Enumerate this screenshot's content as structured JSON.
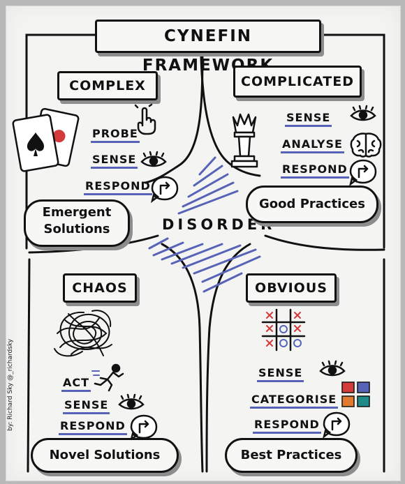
{
  "title": "CYNEFIN FRAMEWORK",
  "center": "DISORDER",
  "credit": "by: Richard Sky @_richardsky",
  "colors": {
    "accent_blue": "#5663b7",
    "ink": "#111111",
    "red": "#d33a3a",
    "purple": "#6a3fa0",
    "teal": "#1f8a8a",
    "orange": "#e07a2e",
    "shadow": "#8d8d8d"
  },
  "quadrants": {
    "complex": {
      "title": "COMPLEX",
      "steps": [
        "PROBE",
        "SENSE",
        "RESPOND"
      ],
      "practice": "Emergent Solutions",
      "icons": [
        "playing-cards-icon",
        "pointing-hand-icon",
        "eye-icon",
        "respond-arrow-icon"
      ]
    },
    "complicated": {
      "title": "COMPLICATED",
      "steps": [
        "SENSE",
        "ANALYSE",
        "RESPOND"
      ],
      "practice": "Good Practices",
      "icons": [
        "chess-queen-icon",
        "eye-icon",
        "brain-icon",
        "respond-arrow-icon"
      ]
    },
    "chaos": {
      "title": "CHAOS",
      "steps": [
        "ACT",
        "SENSE",
        "RESPOND"
      ],
      "practice": "Novel Solutions",
      "icons": [
        "scribble-tangle-icon",
        "running-person-icon",
        "eye-icon",
        "respond-arrow-icon"
      ]
    },
    "obvious": {
      "title": "OBVIOUS",
      "steps": [
        "SENSE",
        "CATEGORISE",
        "RESPOND"
      ],
      "practice": "Best Practices",
      "icons": [
        "tic-tac-toe-icon",
        "eye-icon",
        "color-squares-icon",
        "respond-arrow-icon"
      ]
    }
  }
}
